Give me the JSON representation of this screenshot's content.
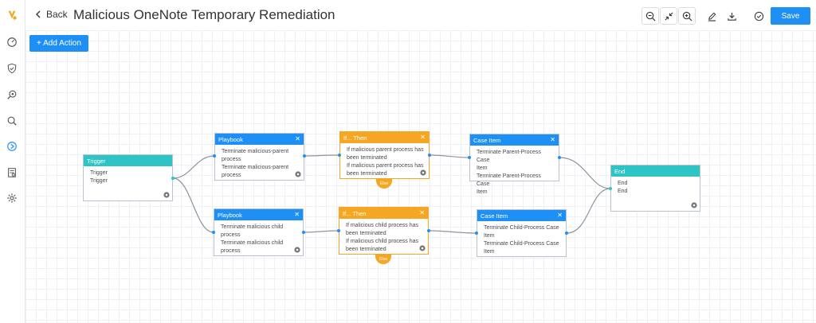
{
  "header": {
    "back_label": "Back",
    "title": "Malicious OneNote Temporary Remediation",
    "save_label": "Save"
  },
  "toolbar": {
    "add_action_label": "+ Add Action"
  },
  "sidebar": {
    "icons": [
      "logo-icon",
      "dashboard-icon",
      "shield-icon",
      "search-detail-icon",
      "search-icon",
      "play-circle-icon",
      "report-icon",
      "settings-icon"
    ],
    "active_index": 5
  },
  "nodes": {
    "trigger": {
      "title": "Trigger",
      "lines": [
        "Trigger",
        "Trigger"
      ]
    },
    "playbook_parent": {
      "title": "Playbook",
      "lines": [
        "Terminate malicious-parent",
        "process",
        "Terminate malicious-parent",
        "process"
      ]
    },
    "if_parent": {
      "title": "If... Then",
      "lines": [
        "If malicious parent process has",
        "been terminated",
        "If malicious parent process has",
        "been terminated"
      ],
      "else_label": "Else"
    },
    "case_parent": {
      "title": "Case Item",
      "lines": [
        "Terminate Parent-Process Case",
        "Item",
        "Terminate Parent-Process Case",
        "Item"
      ]
    },
    "end": {
      "title": "End",
      "lines": [
        "End",
        "End"
      ]
    },
    "playbook_child": {
      "title": "Playbook",
      "lines": [
        "Terminate malicious child",
        "process",
        "Terminate malicious child",
        "process"
      ]
    },
    "if_child": {
      "title": "If... Then",
      "lines": [
        "If malicious child process has",
        "been terminated",
        "If malicious child process has",
        "been terminated"
      ],
      "else_label": "Else"
    },
    "case_child": {
      "title": "Case Item",
      "lines": [
        "Terminate Child-Process Case",
        "Item",
        "Terminate Child-Process Case",
        "Item"
      ]
    }
  },
  "colors": {
    "primary": "#1e90f5",
    "teal": "#2ec4c6",
    "orange": "#f5a623",
    "logo": "#f5a623"
  }
}
